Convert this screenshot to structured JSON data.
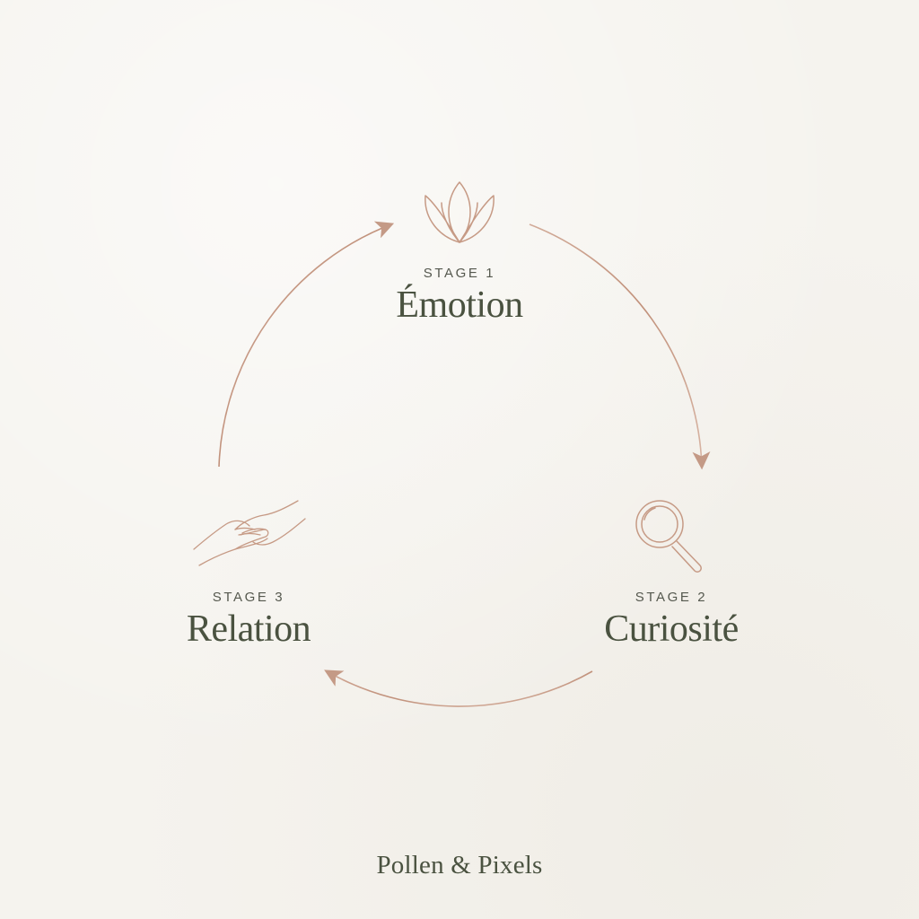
{
  "diagram": {
    "stages": [
      {
        "label": "STAGE 1",
        "name": "Émotion",
        "icon": "lotus-icon"
      },
      {
        "label": "STAGE 2",
        "name": "Curiosité",
        "icon": "magnifying-glass-icon"
      },
      {
        "label": "STAGE 3",
        "name": "Relation",
        "icon": "hands-icon"
      }
    ],
    "flow": [
      "Émotion",
      "Curiosité",
      "Relation",
      "Émotion"
    ]
  },
  "brand": "Pollen & Pixels",
  "colors": {
    "background": "#f5f3ee",
    "arrow": "#c49a86",
    "icon": "#c69a85",
    "text": "#4a5240",
    "label": "#55584e"
  }
}
